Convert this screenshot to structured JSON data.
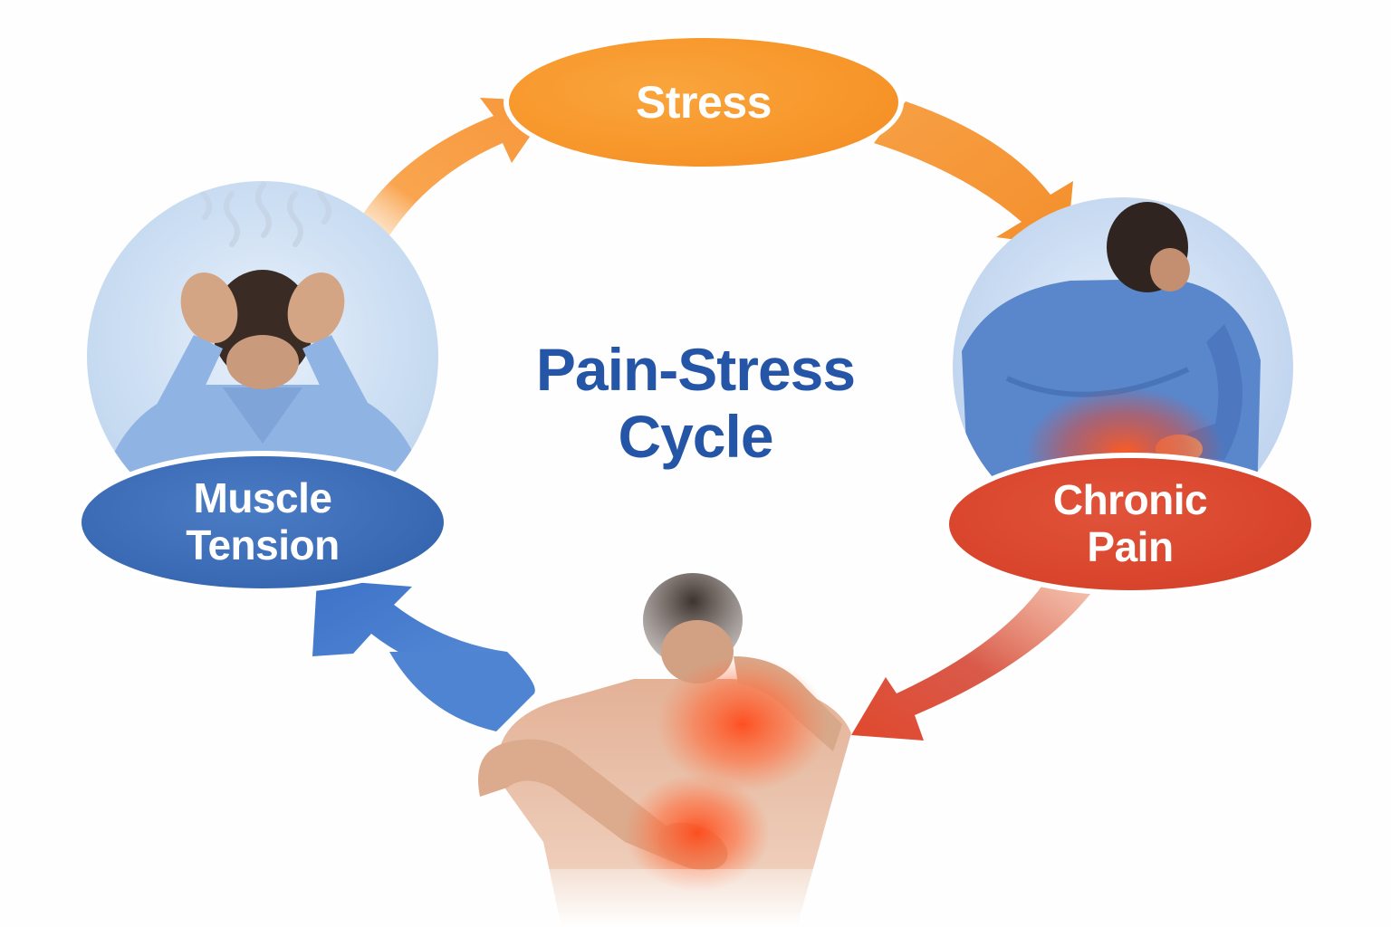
{
  "title": {
    "line1": "Pain-Stress",
    "line2": "Cycle"
  },
  "nodes": {
    "stress": {
      "label": "Stress",
      "color": "#f7962a"
    },
    "chronic_pain": {
      "line1": "Chronic",
      "line2": "Pain",
      "color": "#d9462d"
    },
    "muscle_tension": {
      "line1": "Muscle",
      "line2": "Tension",
      "color": "#3b6bb5"
    }
  },
  "illustrations": {
    "left": "stressed-man-holding-head",
    "right": "man-holding-lower-back",
    "bottom": "shirtless-man-neck-and-back-pain"
  },
  "flow": [
    {
      "from": "Muscle Tension",
      "to": "Stress",
      "color": "#f7a045"
    },
    {
      "from": "Stress",
      "to": "Chronic Pain",
      "color": "#f7a045"
    },
    {
      "from": "Chronic Pain",
      "to": "Pain in body",
      "color": "#e04a30"
    },
    {
      "from": "Pain in body",
      "to": "Muscle Tension",
      "color": "#3d72c8"
    }
  ]
}
